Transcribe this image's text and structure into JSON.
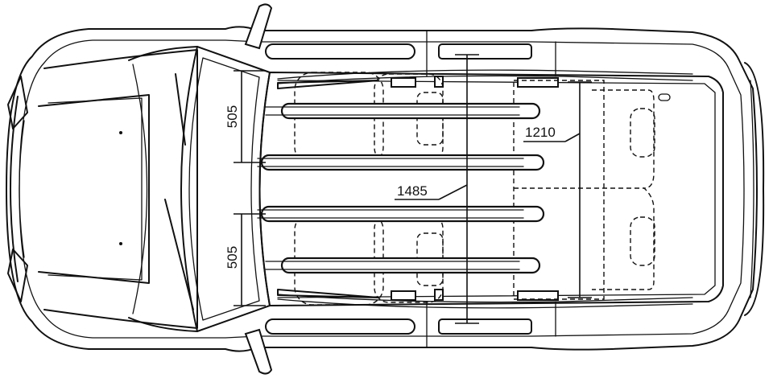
{
  "dimensions": {
    "rail_spacing_top": "505",
    "rail_spacing_bottom": "505",
    "cargo_length": "1210",
    "roof_length": "1485"
  },
  "colors": {
    "line": "#111111",
    "background": "#ffffff"
  }
}
